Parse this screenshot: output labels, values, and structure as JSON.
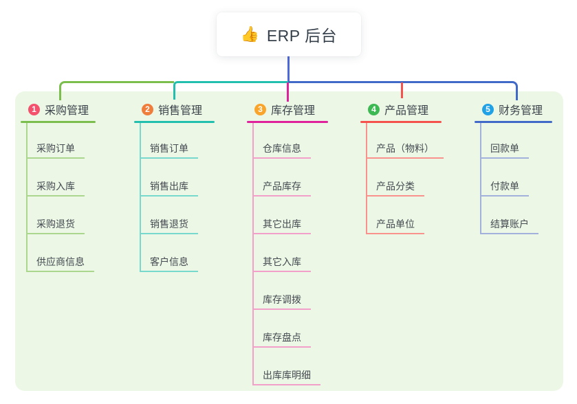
{
  "root": {
    "icon": "👍",
    "title": "ERP 后台"
  },
  "branches": [
    {
      "number": "1",
      "title": "采购管理",
      "children": [
        "采购订单",
        "采购入库",
        "采购退货",
        "供应商信息"
      ],
      "colors": {
        "badge": "#F4516C",
        "line": "#7CBE4D",
        "child_line": "#ABD68E"
      }
    },
    {
      "number": "2",
      "title": "销售管理",
      "children": [
        "销售订单",
        "销售出库",
        "销售退货",
        "客户信息"
      ],
      "colors": {
        "badge": "#EF7E3D",
        "line": "#23BFAE",
        "child_line": "#77D9CD"
      }
    },
    {
      "number": "3",
      "title": "库存管理",
      "children": [
        "仓库信息",
        "产品库存",
        "其它出库",
        "其它入库",
        "库存调拨",
        "库存盘点",
        "出库库明细"
      ],
      "colors": {
        "badge": "#F9A42A",
        "line": "#E0219C",
        "child_line": "#F29FCA"
      }
    },
    {
      "number": "4",
      "title": "产品管理",
      "children": [
        "产品（物料）",
        "产品分类",
        "产品单位"
      ],
      "colors": {
        "badge": "#3DB954",
        "line": "#F5524E",
        "child_line": "#F9918D"
      }
    },
    {
      "number": "5",
      "title": "财务管理",
      "children": [
        "回款单",
        "付款单",
        "结算账户"
      ],
      "colors": {
        "badge": "#21A2E6",
        "line": "#4169C8",
        "child_line": "#A2B1DC"
      }
    }
  ],
  "connector_color": "#4D68D9",
  "panel_color": "#ECF7E6"
}
